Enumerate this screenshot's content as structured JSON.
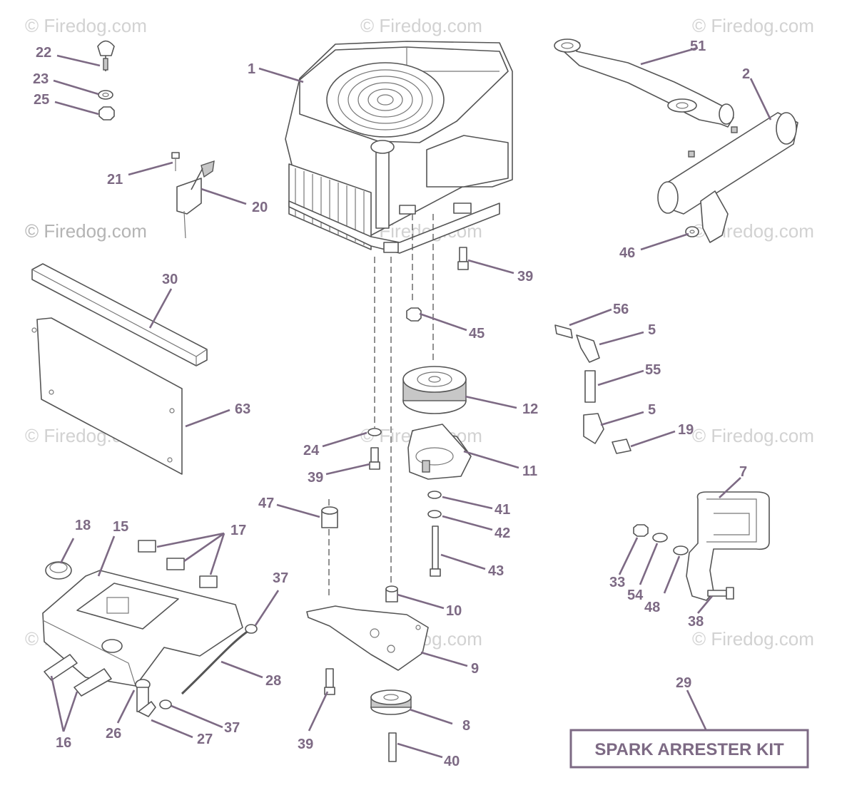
{
  "watermark": "© Firedog.com",
  "kit_label": "SPARK ARRESTER KIT",
  "callouts": {
    "p1": "1",
    "p2": "2",
    "p5a": "5",
    "p5b": "5",
    "p7": "7",
    "p8": "8",
    "p9": "9",
    "p10": "10",
    "p11": "11",
    "p12": "12",
    "p15": "15",
    "p16": "16",
    "p17": "17",
    "p18": "18",
    "p19": "19",
    "p20": "20",
    "p21": "21",
    "p22": "22",
    "p23": "23",
    "p24": "24",
    "p25": "25",
    "p26": "26",
    "p27": "27",
    "p28": "28",
    "p29": "29",
    "p30": "30",
    "p33": "33",
    "p37a": "37",
    "p37b": "37",
    "p38": "38",
    "p39a": "39",
    "p39b": "39",
    "p39c": "39",
    "p40": "40",
    "p41": "41",
    "p42": "42",
    "p43": "43",
    "p45": "45",
    "p46": "46",
    "p47": "47",
    "p48": "48",
    "p51": "51",
    "p54": "54",
    "p55": "55",
    "p56": "56",
    "p63": "63"
  },
  "colors": {
    "callout": "#7d6a84",
    "line_art": "#555555",
    "watermark": "#d2d2d2"
  }
}
